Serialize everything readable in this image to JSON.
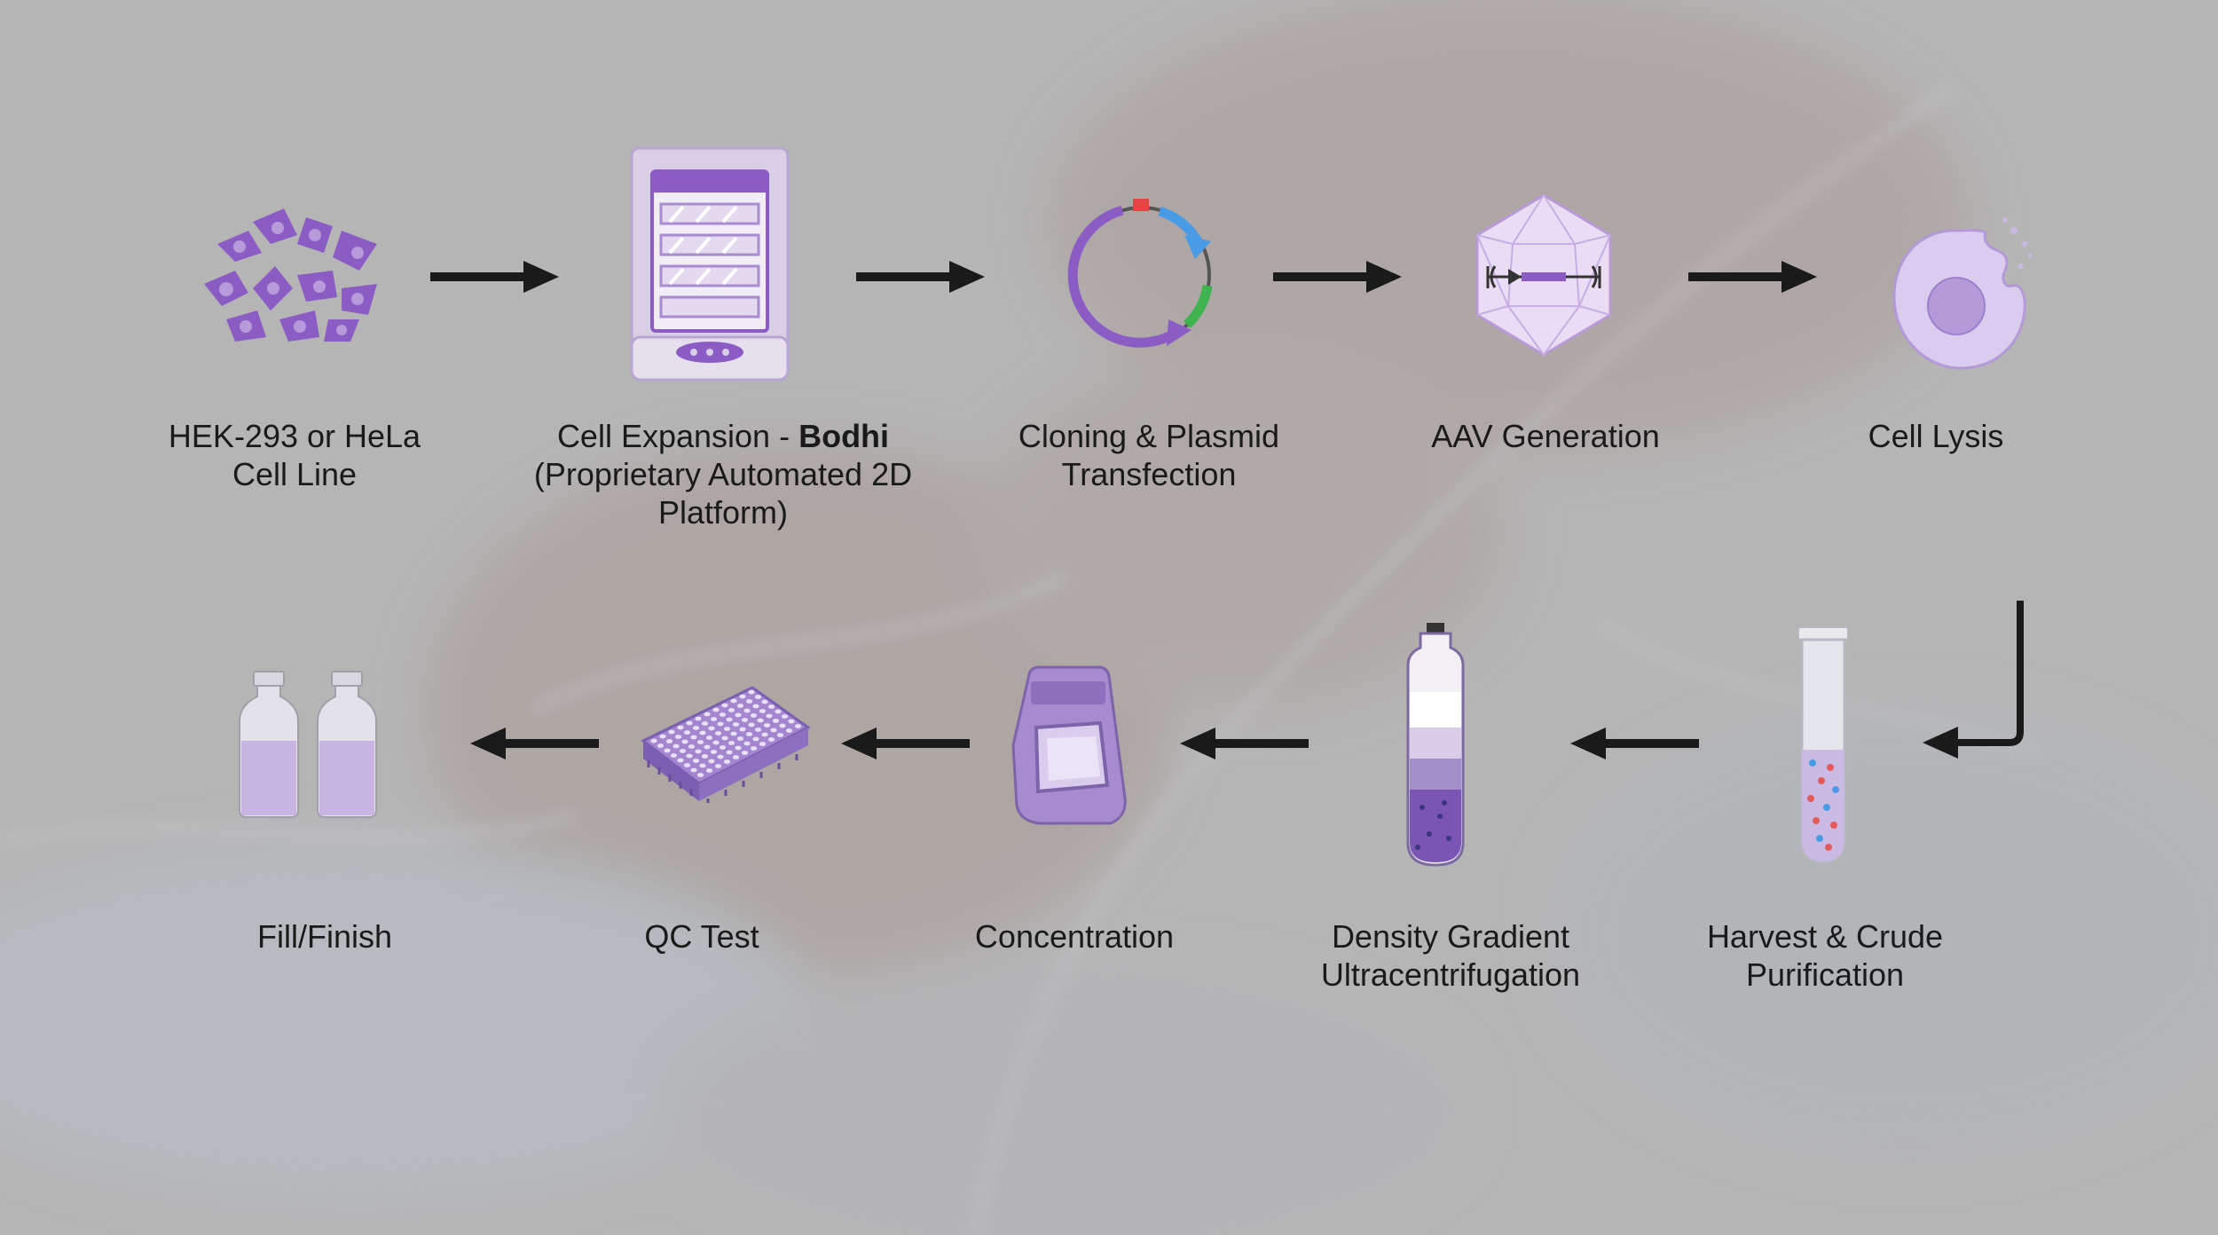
{
  "steps": [
    {
      "id": "cell-line",
      "lines": [
        "HEK-293 or HeLa",
        "Cell Line"
      ],
      "icon": "cells-icon"
    },
    {
      "id": "cell-expansion",
      "line1_pre": "Cell Expansion - ",
      "line1_bold": "Bodhi",
      "lines_after": [
        "(Proprietary Automated 2D",
        "Platform)"
      ],
      "icon": "incubator-icon"
    },
    {
      "id": "cloning",
      "lines": [
        "Cloning & Plasmid",
        "Transfection"
      ],
      "icon": "plasmid-icon"
    },
    {
      "id": "aav-generation",
      "lines": [
        "AAV Generation"
      ],
      "icon": "aav-capsid-icon"
    },
    {
      "id": "cell-lysis",
      "lines": [
        "Cell Lysis"
      ],
      "icon": "lysed-cell-icon"
    },
    {
      "id": "harvest",
      "lines": [
        "Harvest & Crude",
        "Purification"
      ],
      "icon": "test-tube-icon"
    },
    {
      "id": "density-gradient",
      "lines": [
        "Density Gradient",
        "Ultracentrifugation"
      ],
      "icon": "centrifuge-tube-icon"
    },
    {
      "id": "concentration",
      "lines": [
        "Concentration"
      ],
      "icon": "filter-cassette-icon"
    },
    {
      "id": "qc-test",
      "lines": [
        "QC Test"
      ],
      "icon": "well-plate-icon"
    },
    {
      "id": "fill-finish",
      "lines": [
        "Fill/Finish"
      ],
      "icon": "vials-icon"
    }
  ],
  "colors": {
    "background": "#b4b4b4",
    "purple": "#8b5cc4",
    "light_purple": "#c9b8e0",
    "arrow": "#1a1a1a",
    "text": "#1a1a1a"
  }
}
